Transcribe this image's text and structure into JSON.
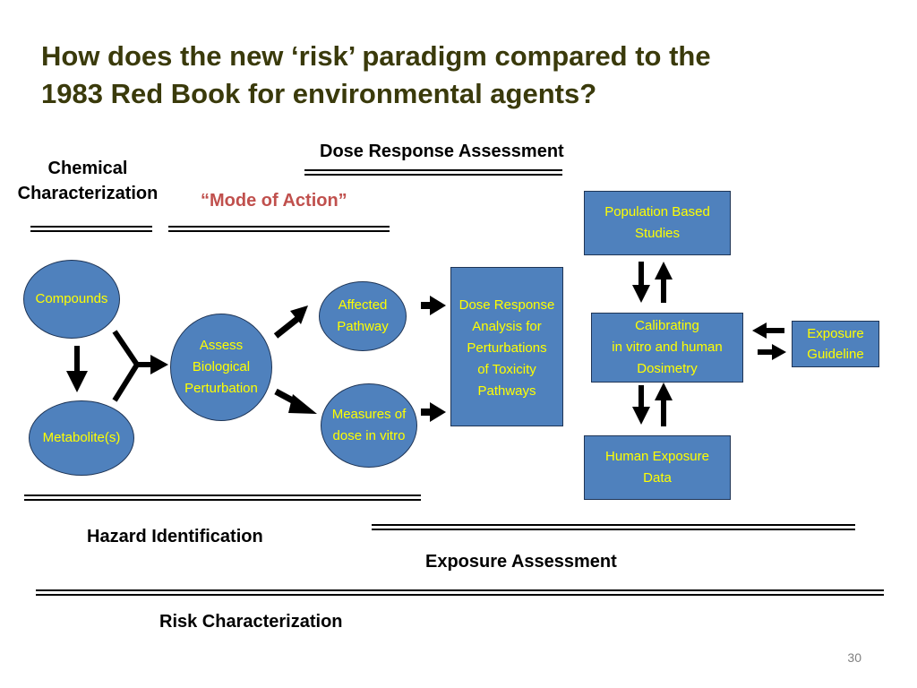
{
  "title": {
    "line1": "How does the new ‘risk’ paradigm compared to the",
    "line2": "1983 Red Book for environmental agents?"
  },
  "sections": {
    "dose_response": "Dose Response Assessment",
    "chemical_line1": "Chemical",
    "chemical_line2": "Characterization",
    "mode_of_action": "“Mode of Action”",
    "hazard": "Hazard Identification",
    "exposure": "Exposure Assessment",
    "risk": "Risk Characterization"
  },
  "nodes": {
    "compounds": "Compounds",
    "metabolites": "Metabolite(s)",
    "assess": [
      "Assess",
      "Biological",
      "Perturbation"
    ],
    "affected": [
      "Affected",
      "Pathway"
    ],
    "measures": [
      "Measures of",
      "dose in vitro"
    ],
    "dose_response_box": [
      "Dose Response",
      "Analysis for",
      "Perturbations",
      "of Toxicity",
      "Pathways"
    ],
    "population": [
      "Population Based",
      "Studies"
    ],
    "calibrating": [
      "Calibrating",
      "in vitro and human",
      "Dosimetry"
    ],
    "exposure_guideline": [
      "Exposure",
      "Guideline"
    ],
    "human_exposure": [
      "Human Exposure",
      "Data"
    ]
  },
  "colors": {
    "node_fill": "#4f81bd",
    "node_text": "#ffff00",
    "title": "#3a3a0b",
    "mode_of_action": "#c0504d"
  },
  "page_number": "30"
}
